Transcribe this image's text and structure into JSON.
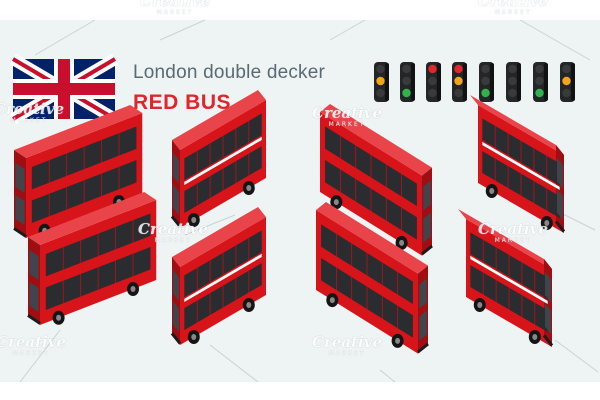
{
  "title": {
    "line1": "London double decker",
    "line2": "RED BUS"
  },
  "watermark": {
    "main": "Creative",
    "sub": "MARKET"
  },
  "icons": {
    "flag": "union-jack-flag",
    "traffic_light": "traffic-light-icon",
    "bus": "double-decker-bus-icon"
  },
  "colors": {
    "background_panel": "#eef3f4",
    "bus_red": "#d7141a",
    "bus_red_dark": "#9e0e13",
    "title_grey": "#5a6a73",
    "title_red": "#e1252b",
    "flag_blue": "#012169",
    "flag_red": "#c8102e"
  },
  "traffic_lights": [
    {
      "lit": "amber"
    },
    {
      "lit": "green"
    },
    {
      "lit": "red"
    },
    {
      "lit": "red-amber"
    },
    {
      "lit": "green"
    },
    {
      "lit": "off"
    },
    {
      "lit": "green"
    },
    {
      "lit": "amber"
    }
  ]
}
